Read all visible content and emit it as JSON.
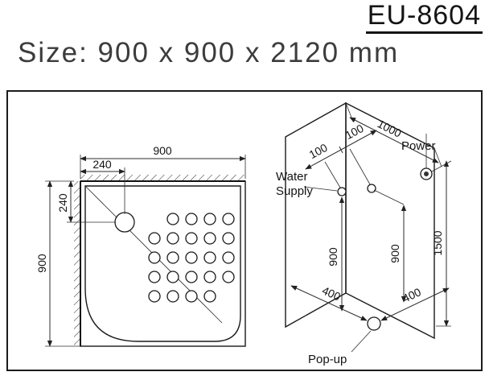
{
  "header": {
    "model": "EU-8604",
    "size_label": "Size: 900 x 900 x 2120 mm"
  },
  "top_view": {
    "dim_width_top": "900",
    "dim_height_left": "900",
    "dim_drain_offset_x": "240",
    "dim_drain_offset_y": "240"
  },
  "iso_view": {
    "dim_wall_width": "1000",
    "dim_offset_left": "100",
    "dim_offset_right": "100",
    "dim_height_water_left": "900",
    "dim_height_water_right": "900",
    "dim_height_power": "1500",
    "dim_drain_left": "400",
    "dim_drain_right": "400",
    "label_power": "Power",
    "label_water_line1": "Water",
    "label_water_line2": "Supply",
    "label_popup": "Pop-up"
  },
  "colors": {
    "line": "#1a1a1a",
    "text": "#141414",
    "subtitle": "#3c3c3c"
  }
}
